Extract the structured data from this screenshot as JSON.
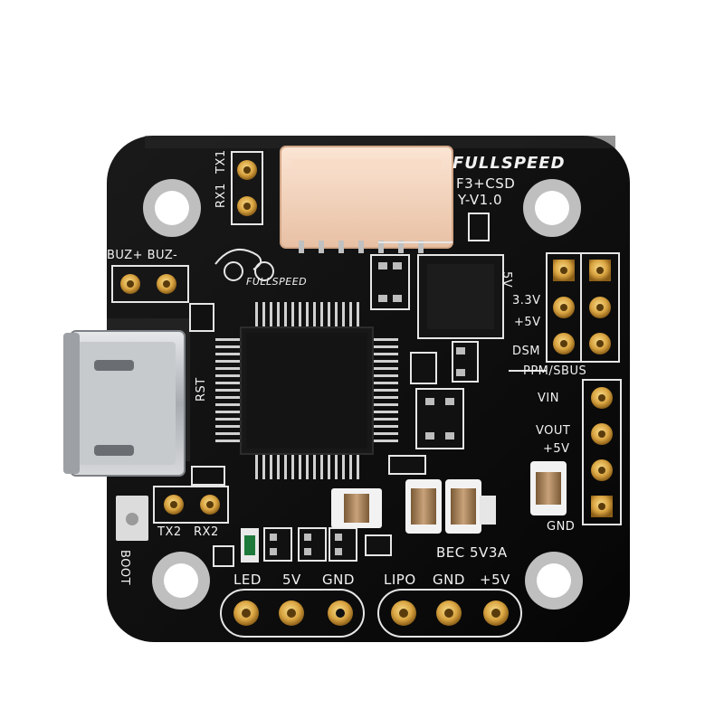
{
  "board": {
    "brand": "FULLSPEED",
    "model_line1": "F3+CSD",
    "model_line2": "Y-V1.0",
    "logo_text": "FULLSPEED"
  },
  "labels": {
    "rx1": "RX1",
    "tx1": "TX1",
    "buzzer": "BUZ+ BUZ-",
    "rst": "RST",
    "tx2": "TX2",
    "rx2": "RX2",
    "boot": "BOOT",
    "led": "LED",
    "five_v": "5V",
    "gnd_bottom": "GND",
    "lipo": "LIPO",
    "gnd_bec": "GND",
    "plus5v_bec": "+5V",
    "bec": "BEC 5V3A",
    "right_3v3": "3.3V",
    "right_5v": "+5V",
    "dsm": "DSM",
    "ppm_sbus": "PPM/SBUS",
    "vin": "VIN",
    "vout": "VOUT",
    "vout_5v": "+5V",
    "gnd_right": "GND",
    "side_mark": "5V"
  },
  "colors": {
    "pcb": "#0d0d0d",
    "silkscreen": "#f2f2f2",
    "gold_pad": "#d9a441",
    "connector": "#f5d7c0",
    "usb_metal": "#b9bcc0",
    "chip": "#1a1a1a"
  }
}
